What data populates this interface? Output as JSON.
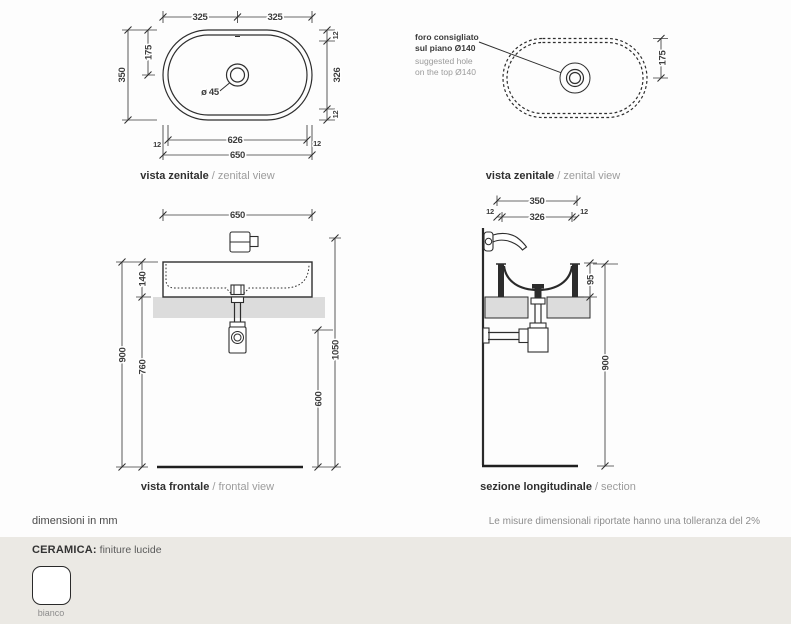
{
  "colors": {
    "line": "#2e2e2e",
    "dim_text": "#3d3d3d",
    "muted_text": "#9b9b9b",
    "counter_fill": "#dcdcdc",
    "footer_band": "#ebe9e4",
    "swatch_fill": "#ffffff"
  },
  "views": {
    "zenital_left": {
      "title_it": "vista zenitale",
      "title_en": "/ zenital view",
      "dims": {
        "top_half_left": "325",
        "top_half_right": "325",
        "height": "350",
        "half_height": "175",
        "rim_top": "12",
        "inner_height": "326",
        "rim_bottom": "12",
        "drain": "ø 45",
        "rim_left": "12",
        "inner_width": "626",
        "rim_right": "12",
        "width": "650"
      }
    },
    "zenital_right": {
      "title_it": "vista zenitale",
      "title_en": "/ zenital view",
      "note_line1": "foro consigliato",
      "note_line2": "sul piano Ø140",
      "note_line3": "suggested hole",
      "note_line4": "on the top Ø140",
      "dims": {
        "half_height": "175"
      }
    },
    "frontal": {
      "title_it": "vista frontale",
      "title_en": "/ frontal view",
      "dims": {
        "width": "650",
        "basin_height": "140",
        "floor_to_rim": "900",
        "floor_to_counter": "760",
        "drain_outlet_height": "600",
        "overall_height": "1050"
      }
    },
    "section": {
      "title_it": "sezione longitudinale",
      "title_en": "/ section",
      "dims": {
        "depth": "350",
        "rim_front": "12",
        "inner_depth": "326",
        "rim_back": "12",
        "bowl_depth": "95",
        "floor_to_rim": "900"
      }
    }
  },
  "footer": {
    "dimensions_note": "dimensioni in mm",
    "tolerance_note": "Le misure dimensionali riportate hanno una tolleranza del 2%",
    "ceramic_label": "CERAMICA:",
    "ceramic_value": "finiture lucide",
    "swatch_name": "bianco"
  }
}
